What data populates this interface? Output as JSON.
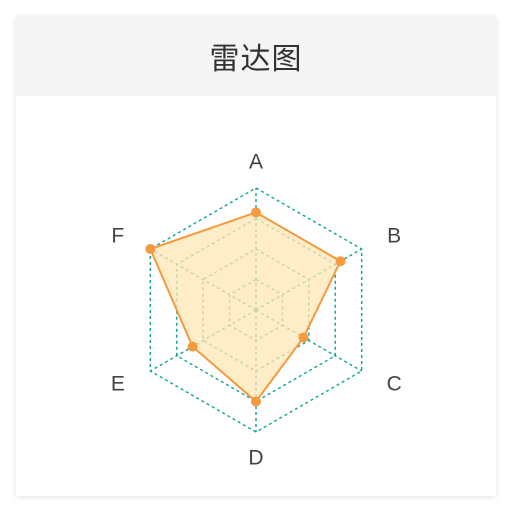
{
  "card": {
    "title": "雷达图"
  },
  "colors": {
    "grid": "#16a89e",
    "series_stroke": "#f59a3e",
    "series_fill": "#fde7b4",
    "label": "#444444",
    "header_bg": "#f5f5f5"
  },
  "chart_data": {
    "type": "radar",
    "title": "雷达图",
    "indicators": [
      "A",
      "B",
      "C",
      "D",
      "E",
      "F"
    ],
    "max": 1.0,
    "levels": 4,
    "grid": true,
    "series": [
      {
        "values": [
          0.8,
          0.8,
          0.45,
          0.75,
          0.6,
          1.0
        ]
      }
    ]
  }
}
